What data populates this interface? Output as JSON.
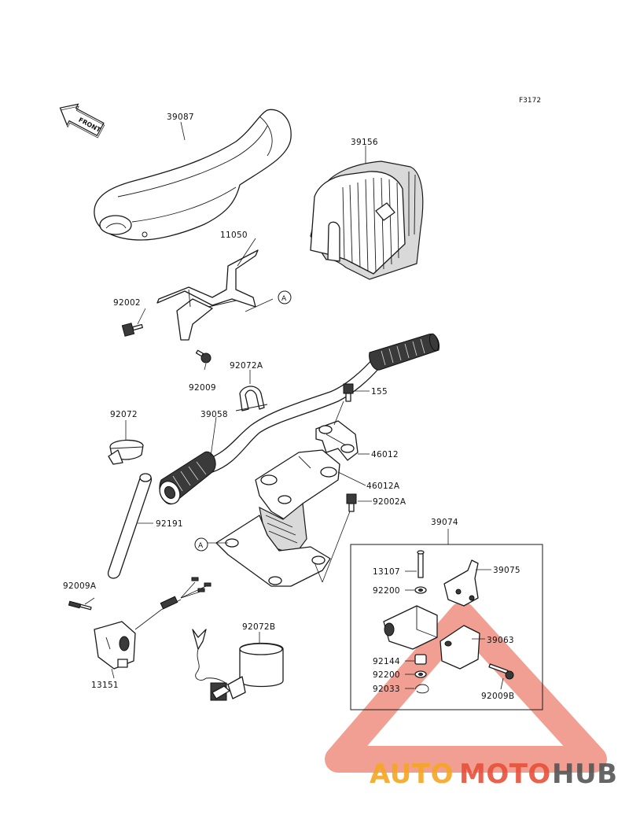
{
  "figure_code": "F3172",
  "front_label": "FRONT",
  "ref_marks": [
    "A",
    "A"
  ],
  "parts": {
    "p39087": "39087",
    "p39156": "39156",
    "p11050": "11050",
    "p92002": "92002",
    "p92009": "92009",
    "p92072A": "92072A",
    "p155": "155",
    "p92072": "92072",
    "p39058": "39058",
    "p46012": "46012",
    "p46012A": "46012A",
    "p92002A": "92002A",
    "p92191": "92191",
    "p39074": "39074",
    "p13107": "13107",
    "p39075": "39075",
    "p92200a": "92200",
    "p39063": "39063",
    "p92144": "92144",
    "p92200b": "92200",
    "p92033": "92033",
    "p92009B": "92009B",
    "p92009A": "92009A",
    "p92072B": "92072B",
    "p13151": "13151"
  },
  "watermark": {
    "part1": "AUTO",
    "part2": "MOTO",
    "part3": "HUB",
    "color1": "#f5a623",
    "color2": "#e8503a",
    "color3": "#555555",
    "triangle_color": "#e8503a"
  }
}
